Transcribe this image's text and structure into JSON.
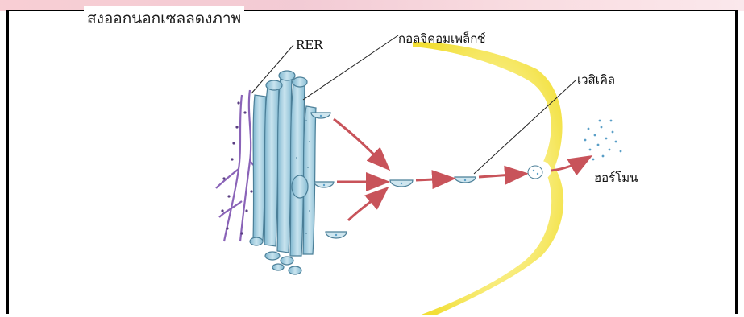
{
  "title": "สงออกนอกเซลลดงภาพ",
  "labels": {
    "rer": "RER",
    "golgi": "กอลจิคอมเพล็กซ์",
    "vesicle": "เวสิเคิล",
    "hormone": "ฮอร์โมน"
  },
  "colors": {
    "er_purple": "#8a63b8",
    "golgi_blue": "#9cc9dc",
    "golgi_edge": "#4b7f98",
    "arrow_red": "#c8535a",
    "membrane_yellow": "#f3e03a",
    "hormone_dots": "#5a9fc7"
  }
}
